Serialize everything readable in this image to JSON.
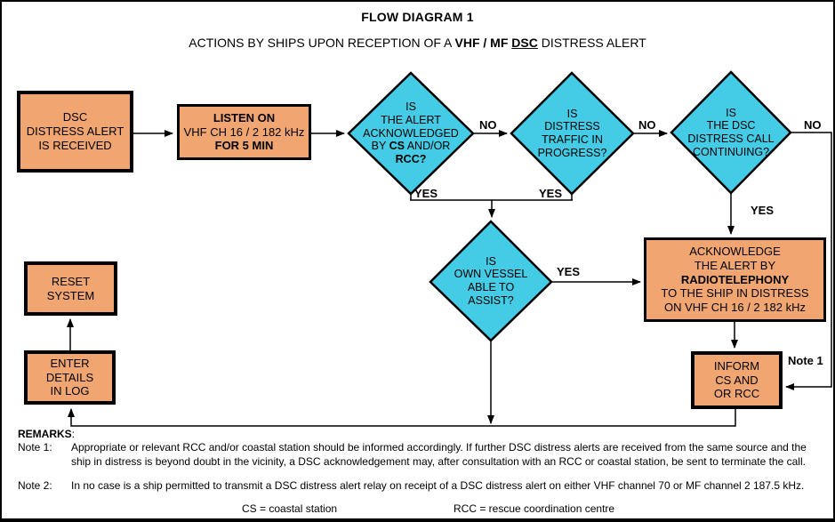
{
  "title": "FLOW DIAGRAM 1",
  "subtitle": {
    "pre": "ACTIONS BY SHIPS UPON RECEPTION OF A ",
    "bold_vhf_mf": "VHF / MF ",
    "bold_underline_dsc": "DSC",
    "post": " DISTRESS ALERT"
  },
  "colors": {
    "node_orange": "#F1A672",
    "node_cyan": "#44CBE5",
    "line": "#000000",
    "background": "#FFFFFF"
  },
  "nodes": {
    "received": {
      "line1": "DSC",
      "line2": "DISTRESS ALERT",
      "line3": "IS RECEIVED"
    },
    "listen": {
      "line1": "LISTEN ON",
      "line2": "VHF CH 16 / 2 182 kHz",
      "line3": "FOR 5 MIN"
    },
    "ack_check": {
      "line1": "IS",
      "line2": "THE ALERT",
      "line3": "ACKNOWLEDGED",
      "line4_pre": "BY ",
      "line4_bold": "CS",
      "line4_post": " AND/OR",
      "line5": "RCC?"
    },
    "traffic_check": {
      "line1": "IS",
      "line2": "DISTRESS",
      "line3": "TRAFFIC IN",
      "line4": "PROGRESS?"
    },
    "continuing_check": {
      "line1": "IS",
      "line2": "THE DSC",
      "line3": "DISTRESS CALL",
      "line4": "CONTINUING?"
    },
    "assist_check": {
      "line1": "IS",
      "line2": "OWN VESSEL",
      "line3": "ABLE TO",
      "line4": "ASSIST?"
    },
    "acknowledge": {
      "line1": "ACKNOWLEDGE",
      "line2": "THE ALERT BY",
      "line3": "RADIOTELEPHONY",
      "line4": "TO THE SHIP IN DISTRESS",
      "line5": "ON VHF CH 16 / 2 182 kHz"
    },
    "inform": {
      "line1": "INFORM",
      "line2": "CS AND",
      "line3": "OR RCC"
    },
    "reset": {
      "line1": "RESET",
      "line2": "SYSTEM"
    },
    "log": {
      "line1": "ENTER",
      "line2": "DETAILS",
      "line3": "IN LOG"
    }
  },
  "edge_labels": {
    "no1": "NO",
    "no2": "NO",
    "no3": "NO",
    "yes1": "YES",
    "yes2": "YES",
    "yes3": "YES",
    "yes4": "YES",
    "note1_ref": "Note 1"
  },
  "remarks": {
    "heading": "REMARKS",
    "heading_colon": ":",
    "note1_label": "Note 1:",
    "note1_text": "Appropriate or relevant RCC and/or coastal station should be informed accordingly. If further DSC distress alerts are received from the same source and the ship in distress is beyond doubt in the vicinity, a DSC acknowledgement may, after consultation with an RCC or coastal station, be sent to terminate the call.",
    "note2_label": "Note 2:",
    "note2_text": "In no case is a ship permitted to transmit a DSC distress alert relay on receipt of a DSC distress alert on either VHF channel 70 or MF channel 2 187.5 kHz.",
    "legend_cs": "CS = coastal station",
    "legend_rcc": "RCC = rescue coordination centre"
  }
}
